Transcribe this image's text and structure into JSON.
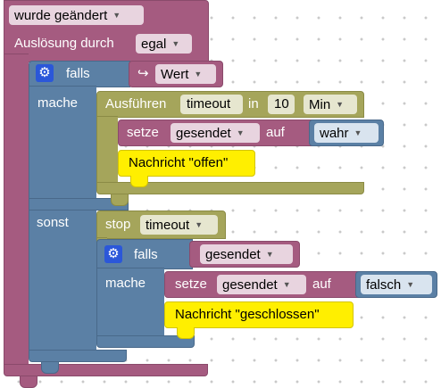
{
  "trigger": {
    "event_value": "wurde geändert",
    "trigger_label": "Auslösung durch",
    "trigger_value": "egal"
  },
  "outer_if": {
    "if_label": "falls",
    "do_label": "mache",
    "else_label": "sonst",
    "condition_arrow": "↪",
    "condition_value": "Wert"
  },
  "timeout_block": {
    "execute_label": "Ausführen",
    "name": "timeout",
    "in_label": "in",
    "delay": "10",
    "unit": "Min"
  },
  "set_true": {
    "set_label": "setze",
    "variable": "gesendet",
    "to_label": "auf",
    "value": "wahr"
  },
  "text_open": "Nachricht \"offen\"",
  "stop_block": {
    "stop_label": "stop",
    "name": "timeout"
  },
  "inner_if": {
    "if_label": "falls",
    "do_label": "mache",
    "condition_variable": "gesendet"
  },
  "set_false": {
    "set_label": "setze",
    "variable": "gesendet",
    "to_label": "auf",
    "value": "falsch"
  },
  "text_closed": "Nachricht \"geschlossen\"",
  "colors": {
    "trigger": "#a55b80",
    "control": "#5b80a5",
    "timer": "#a5a55b",
    "text": "#ffef00",
    "gear": "#2b57d9"
  },
  "icons": {
    "mutator": "gear-icon",
    "dropdown": "triangle-down-icon"
  }
}
